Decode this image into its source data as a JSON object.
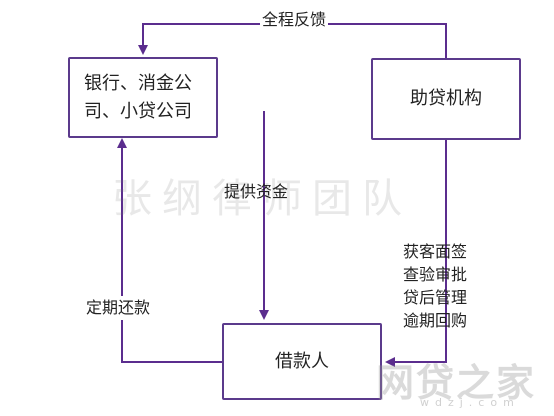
{
  "nodes": {
    "bank": {
      "label_line1": "银行、消金公",
      "label_line2": "司、小贷公司"
    },
    "agency": {
      "label": "助贷机构"
    },
    "borrower": {
      "label": "借款人"
    }
  },
  "edges": {
    "feedback": {
      "label": "全程反馈"
    },
    "funding": {
      "label": "提供资金"
    },
    "repayment": {
      "label": "定期还款"
    },
    "services": {
      "labels": [
        "获客面签",
        "查验审批",
        "贷后管理",
        "逾期回购"
      ]
    }
  },
  "watermark": {
    "text": "张纲律师团队"
  },
  "logo": {
    "text": "网贷之家",
    "subtext": "wdzj.com"
  },
  "colors": {
    "border": "#5b3a8c",
    "arrow": "#5b2d8e",
    "text": "#222222"
  }
}
